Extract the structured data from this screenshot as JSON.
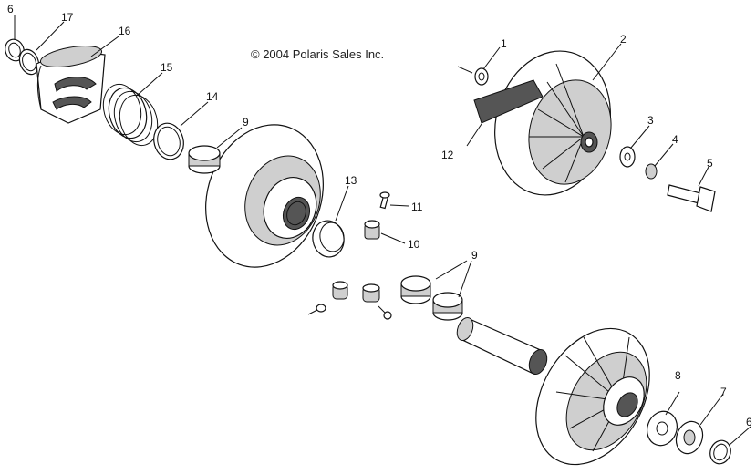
{
  "copyright": "© 2004 Polaris Sales Inc.",
  "callouts": {
    "c1": "1",
    "c2": "2",
    "c3": "3",
    "c4": "4",
    "c5": "5",
    "c6a": "6",
    "c6b": "6",
    "c7": "7",
    "c8": "8",
    "c9a": "9",
    "c9b": "9",
    "c10": "10",
    "c11": "11",
    "c12": "12",
    "c13": "13",
    "c14": "14",
    "c15": "15",
    "c16": "16",
    "c17": "17"
  }
}
